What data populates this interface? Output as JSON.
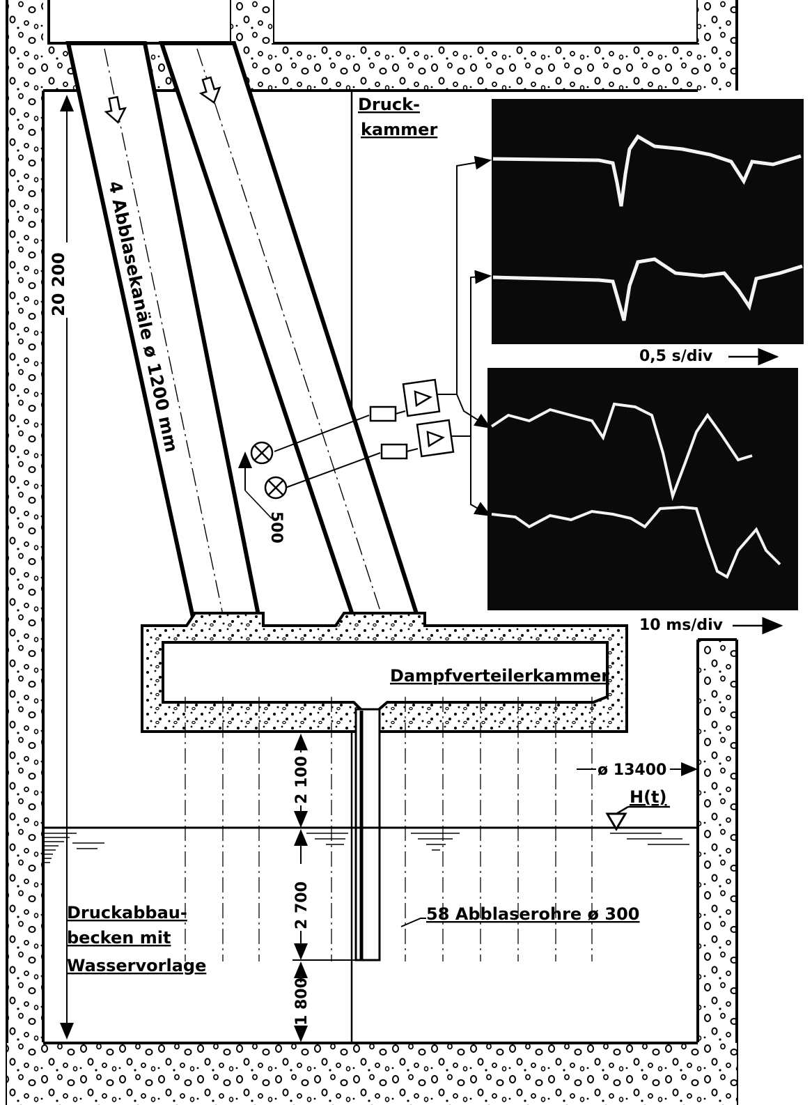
{
  "labels": {
    "druckkammer_line1": "Druck-",
    "druckkammer_line2": "kammer",
    "abblasekanaele": "4 Abblasekanäle ø 1200 mm",
    "dampfverteilerkammer": "Dampfverteilerkammer",
    "abblaserohre": "58 Abblaserohre ø 300",
    "becken_line1": "Druckabbau-",
    "becken_line2": "becken mit",
    "becken_line3": "Wasservorlage",
    "water_level": "H(t)",
    "diameter": "ø 13400"
  },
  "dimensions": {
    "total_height": "20 200",
    "sensor_spacing": "500",
    "d1": "2 100",
    "d2": "2 700",
    "d3": "1 800"
  },
  "oscillograms": {
    "top_timebase": "0,5 s/div",
    "bottom_timebase": "10 ms/div"
  },
  "colors": {
    "ink": "#000000",
    "paper": "#ffffff",
    "screen": "#0a0a0a",
    "trace": "#f4f4f4"
  },
  "icons": [
    "flow-arrow-icon",
    "pressure-sensor-icon",
    "amplifier-icon",
    "water-level-triangle-icon"
  ]
}
